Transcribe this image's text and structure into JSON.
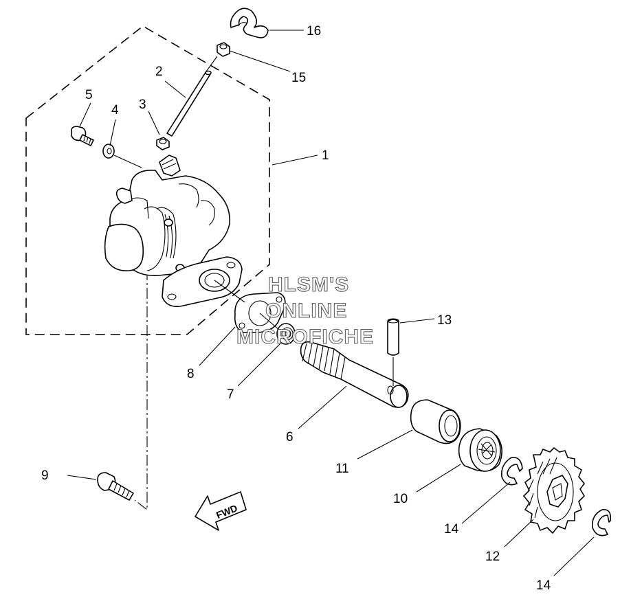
{
  "callouts": {
    "c1": "1",
    "c2": "2",
    "c3": "3",
    "c4": "4",
    "c5": "5",
    "c6": "6",
    "c7": "7",
    "c8": "8",
    "c9": "9",
    "c10": "10",
    "c11": "11",
    "c12": "12",
    "c13": "13",
    "c14a": "14",
    "c14b": "14",
    "c15": "15",
    "c16": "16"
  },
  "watermark": {
    "line1": "HLSM'S",
    "line2": "ONLINE",
    "line3": "MICROFICHE"
  },
  "direction_label": "FWD"
}
